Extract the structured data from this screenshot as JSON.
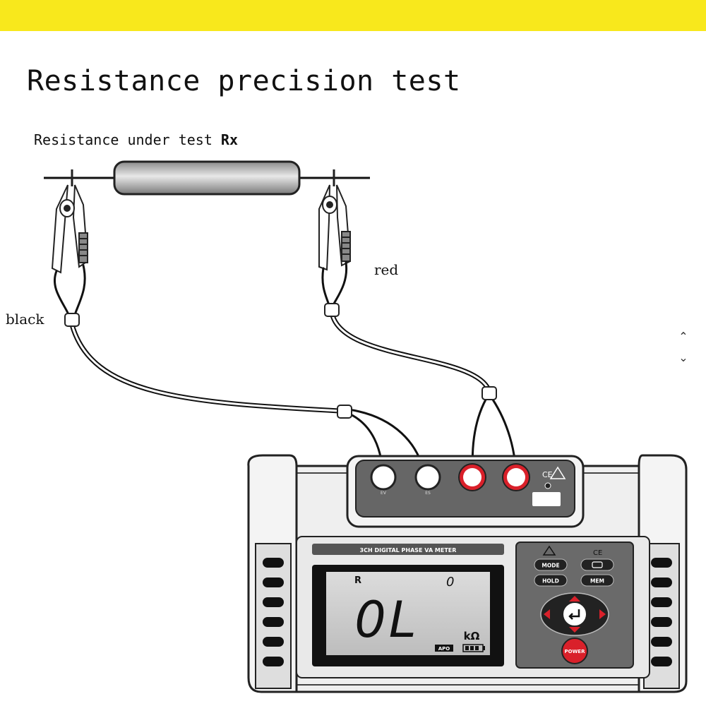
{
  "header": {
    "bar_color": "#f8e81c"
  },
  "title": "Resistance precision test",
  "resistor": {
    "label_prefix": "Resistance under test ",
    "label_symbol": "Rx"
  },
  "leads": {
    "black_label": "black",
    "red_label": "red"
  },
  "device": {
    "model_label": "3CH DIGITAL PHASE VA METER",
    "display": {
      "mode": "R",
      "index": "0",
      "reading": "0L",
      "unit": "kΩ",
      "apo": "APO"
    },
    "buttons": {
      "mode": "MODE",
      "hold": "HOLD",
      "mem": "MEM",
      "power": "POWER"
    },
    "accent_red": "#d9202a"
  },
  "scroll": {
    "up_icon": "chevron-up-icon",
    "down_icon": "chevron-down-icon"
  }
}
